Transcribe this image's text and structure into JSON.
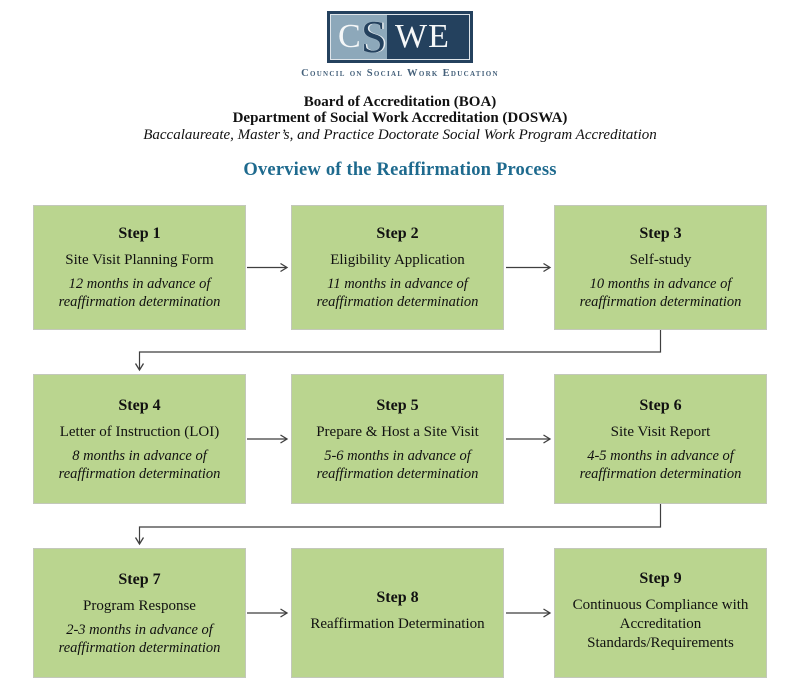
{
  "logo": {
    "left_letter": "C",
    "s_letter": "S",
    "right_letters": "WE",
    "caption": "Council on Social Work Education"
  },
  "header": {
    "line1": "Board of Accreditation (BOA)",
    "line2": "Department of Social Work Accreditation (DOSWA)",
    "line3": "Baccalaureate, Master’s, and Practice Doctorate Social Work Program Accreditation",
    "title": "Overview of the Reaffirmation Process"
  },
  "colors": {
    "box_fill": "#bad58f",
    "box_border": "#c3c8ba",
    "title_teal": "#1e6a8e",
    "logo_navy": "#24415e",
    "logo_light_panel": "#8da8ba",
    "connector": "#3f3f3f"
  },
  "steps": [
    {
      "title": "Step 1",
      "name": "Site Visit Planning Form",
      "note": "12 months in advance of reaffirmation determination"
    },
    {
      "title": "Step 2",
      "name": "Eligibility Application",
      "note": "11 months in advance of reaffirmation determination"
    },
    {
      "title": "Step 3",
      "name": "Self-study",
      "note": "10 months in advance of reaffirmation determination"
    },
    {
      "title": "Step 4",
      "name": "Letter of Instruction (LOI)",
      "note": "8 months in advance of reaffirmation determination"
    },
    {
      "title": "Step 5",
      "name": "Prepare & Host a Site Visit",
      "note": "5-6 months in advance of reaffirmation determination"
    },
    {
      "title": "Step 6",
      "name": "Site Visit Report",
      "note": "4-5 months in advance of reaffirmation determination"
    },
    {
      "title": "Step 7",
      "name": "Program Response",
      "note": "2-3 months in advance of reaffirmation determination"
    },
    {
      "title": "Step 8",
      "name": "Reaffirmation Determination"
    },
    {
      "title": "Step 9",
      "name": "Continuous Compliance with Accreditation Standards/Requirements"
    }
  ]
}
